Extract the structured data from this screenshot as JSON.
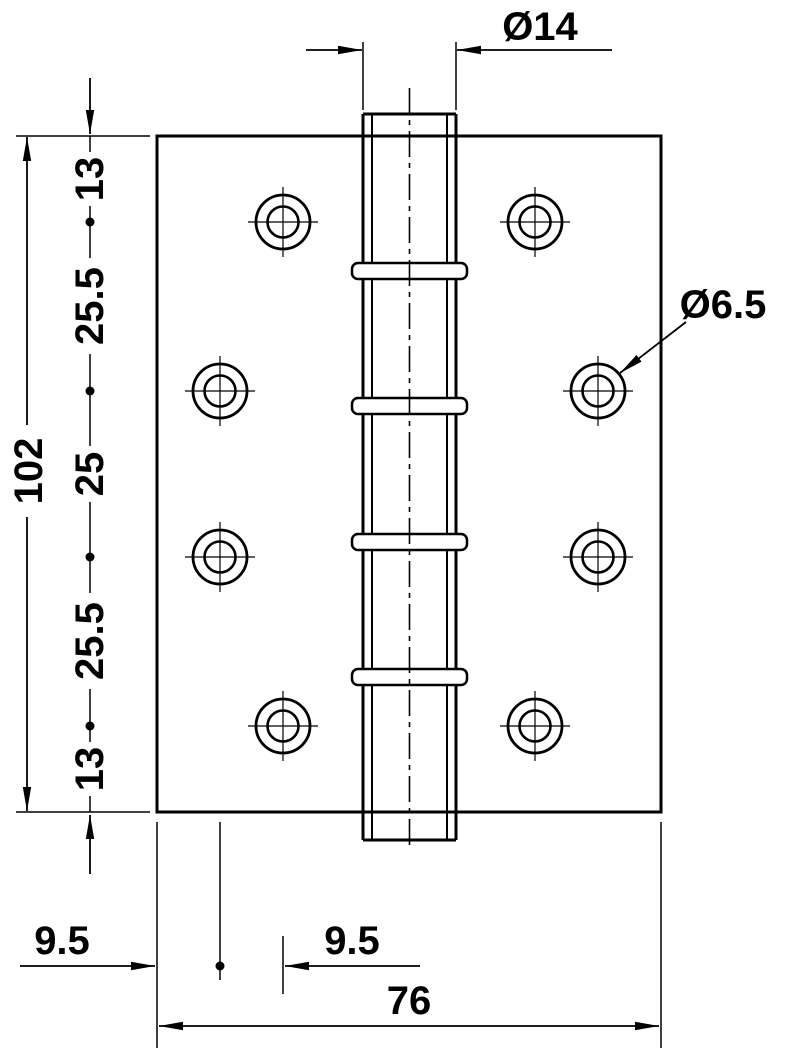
{
  "colors": {
    "line": "#000000",
    "background": "#ffffff"
  },
  "dimensions": {
    "pin_diameter": {
      "label": "Ø14"
    },
    "hole_diameter": {
      "label": "Ø6.5"
    },
    "overall_height": {
      "label": "102"
    },
    "vertical_chain": [
      {
        "label": "13"
      },
      {
        "label": "25.5"
      },
      {
        "label": "25"
      },
      {
        "label": "25.5"
      },
      {
        "label": "13"
      }
    ],
    "edge_to_first_hole": {
      "label": "9.5"
    },
    "first_to_second_hole": {
      "label": "9.5"
    },
    "overall_width": {
      "label": "76"
    }
  }
}
